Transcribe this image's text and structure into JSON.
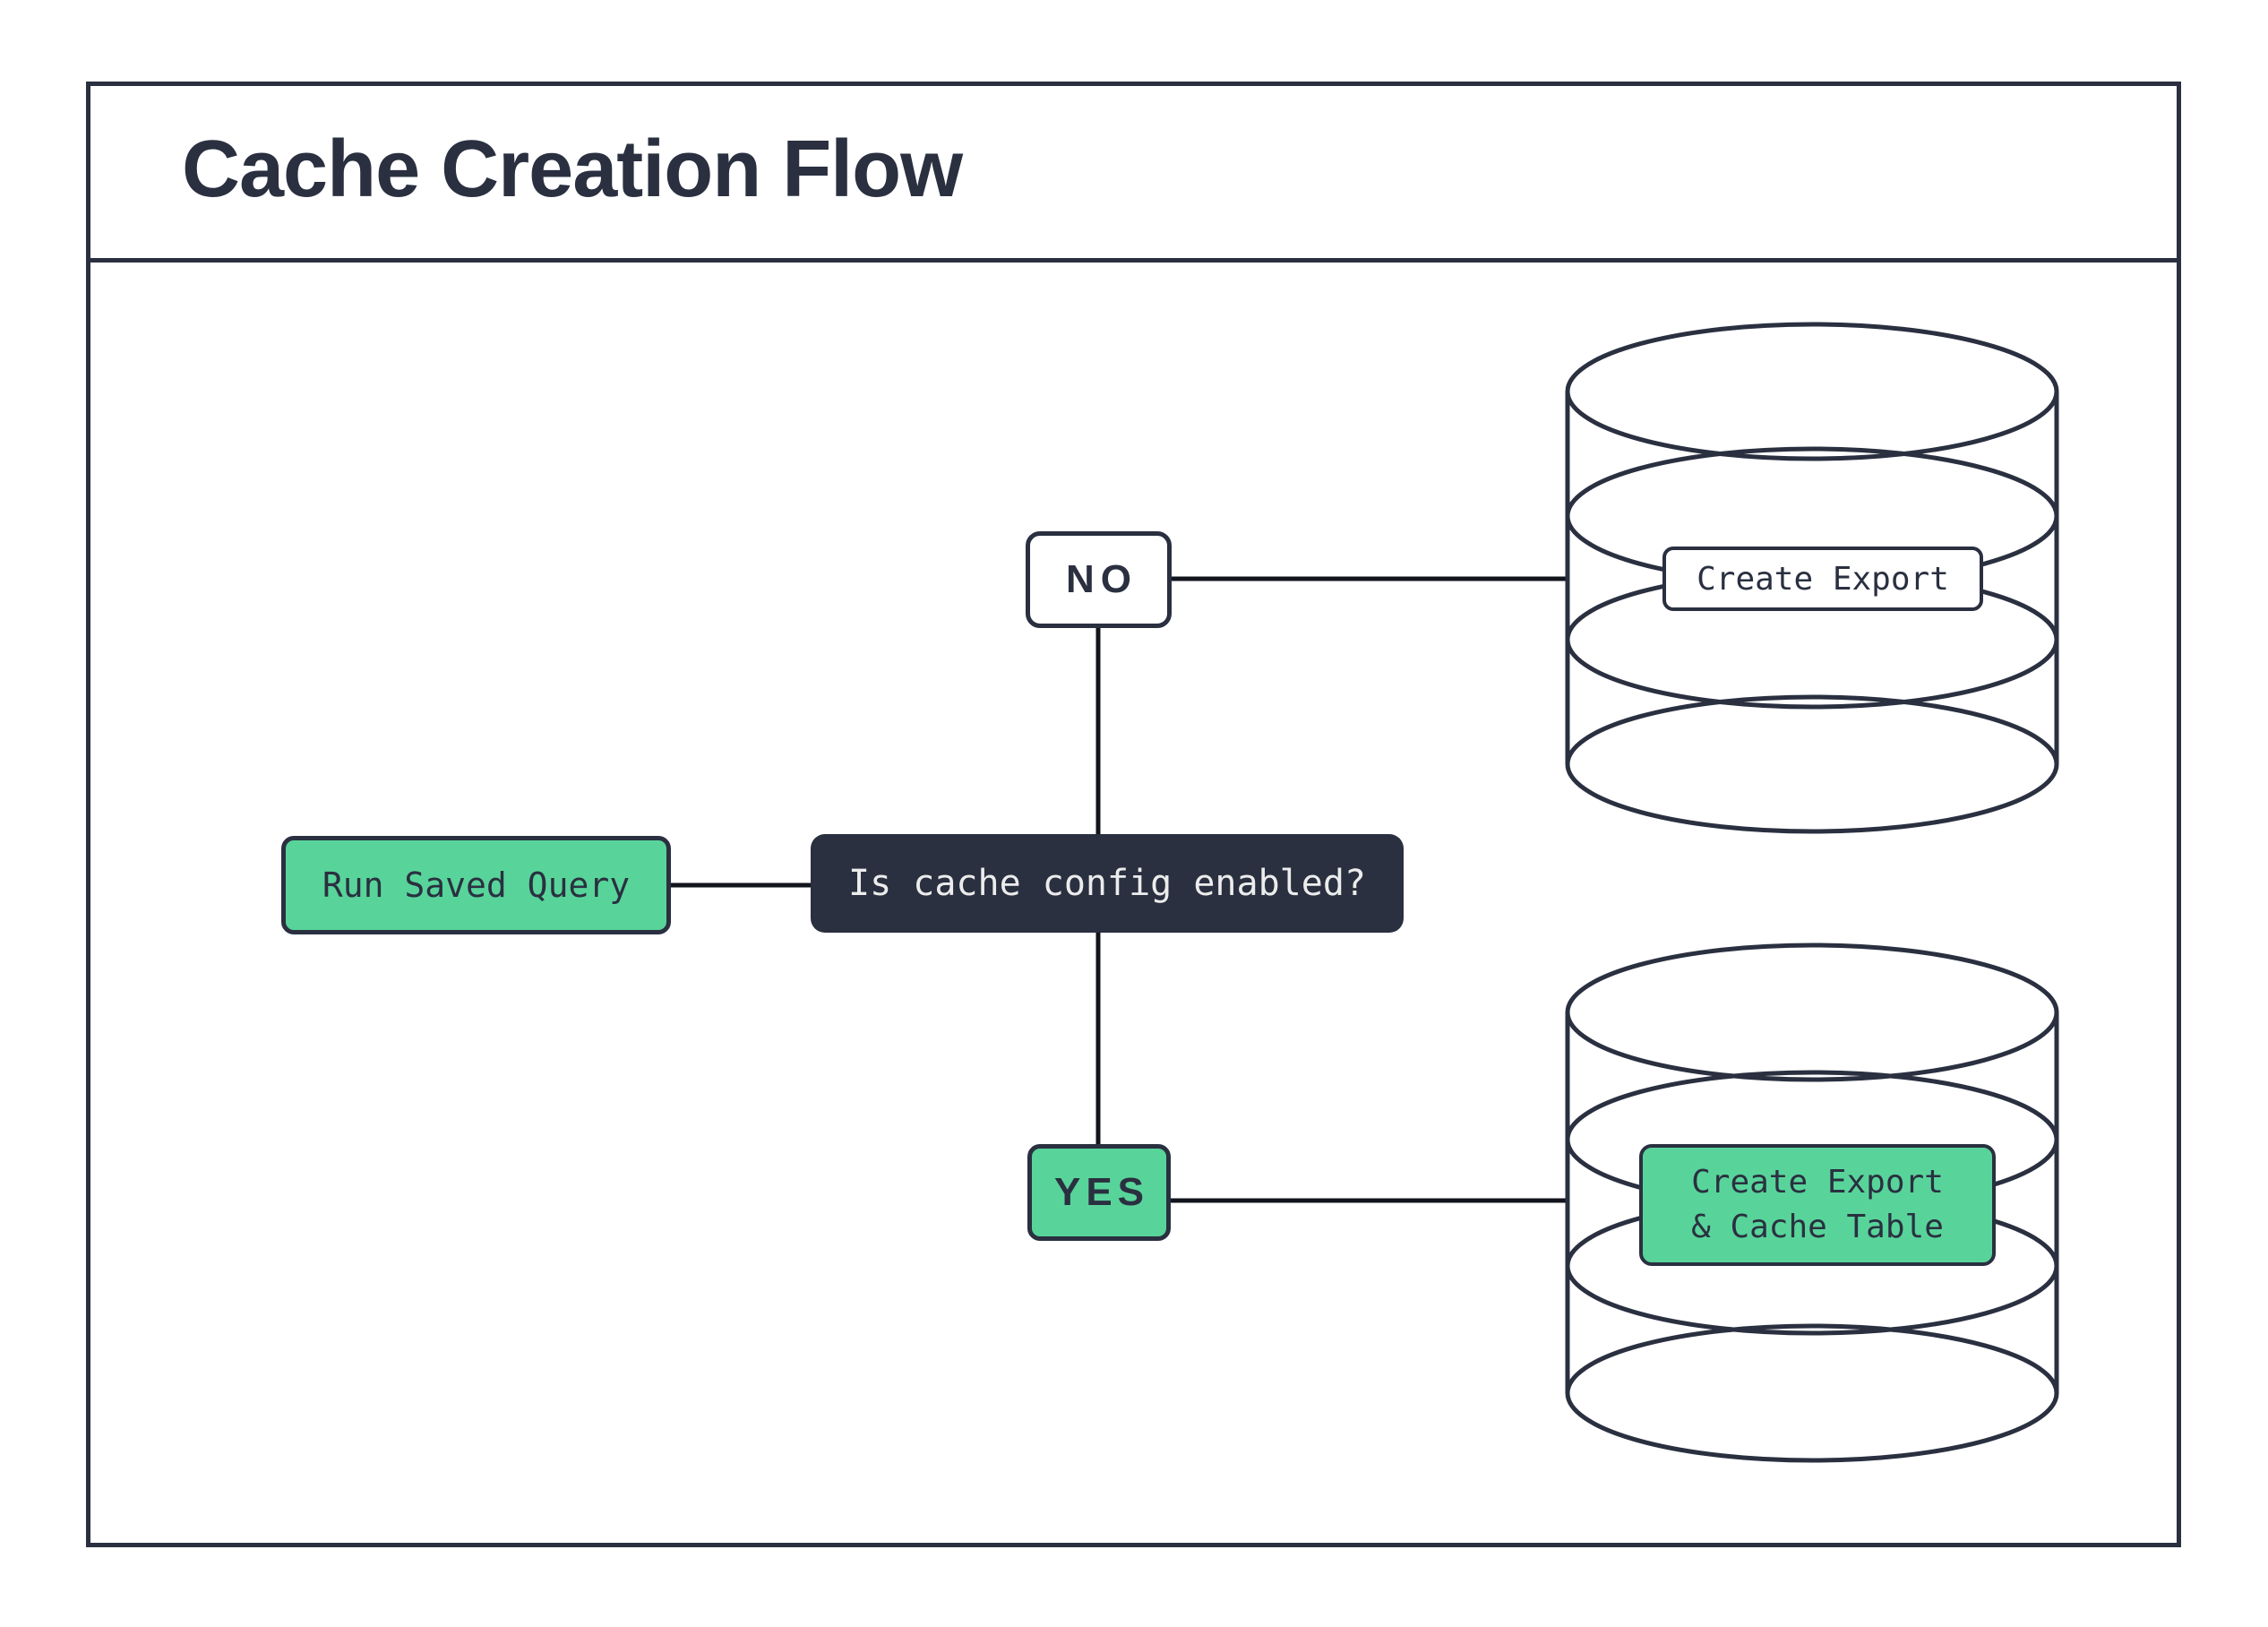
{
  "title": "Cache Creation Flow",
  "colors": {
    "ink": "#2a3040",
    "connector": "#12151c",
    "green": "#58d49a",
    "light_text": "#ececec",
    "background": "#ffffff"
  },
  "flow": {
    "start": {
      "label": "Run Saved Query"
    },
    "decision": {
      "label": "Is cache config enabled?"
    },
    "branch_no": {
      "label": "NO"
    },
    "branch_yes": {
      "label": "YES"
    },
    "no_outcome": {
      "label": "Create Export"
    },
    "yes_outcome": {
      "line1": "Create Export",
      "line2": "& Cache Table"
    }
  }
}
